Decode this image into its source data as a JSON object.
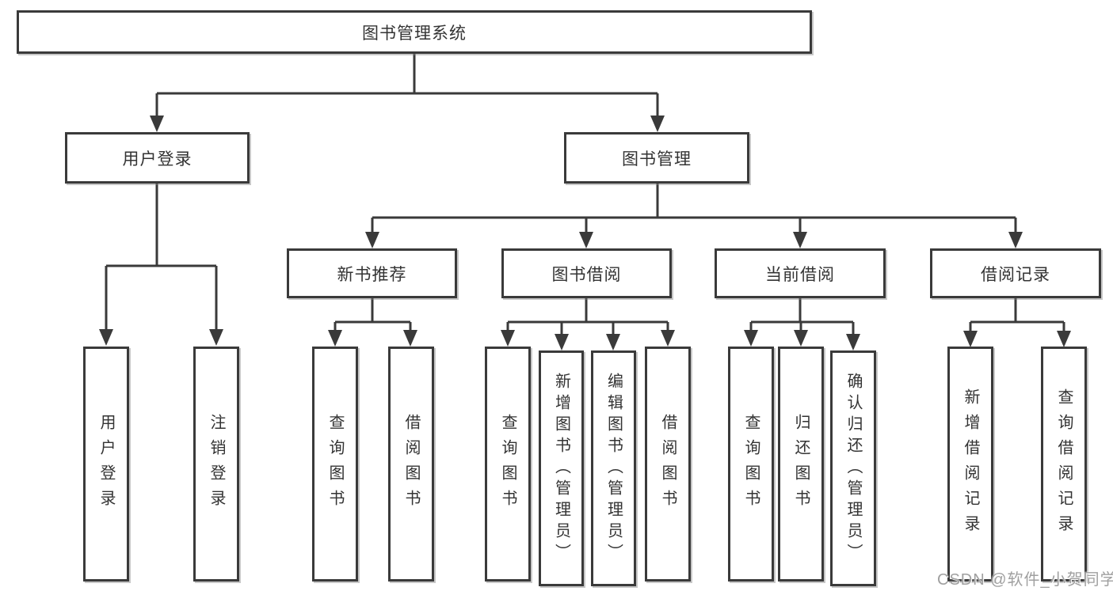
{
  "colors": {
    "background": "#ffffff",
    "line": "#3a3a3a",
    "box_border": "#3a3a3a",
    "text": "#333333",
    "watermark_text": "#a0a0a0"
  },
  "tree": {
    "root": {
      "label": "图书管理系统"
    },
    "level2": [
      {
        "label": "用户登录",
        "parent": "图书管理系统"
      },
      {
        "label": "图书管理",
        "parent": "图书管理系统"
      }
    ],
    "level3": [
      {
        "label": "新书推荐",
        "parent": "图书管理"
      },
      {
        "label": "图书借阅",
        "parent": "图书管理"
      },
      {
        "label": "当前借阅",
        "parent": "图书管理"
      },
      {
        "label": "借阅记录",
        "parent": "图书管理"
      }
    ],
    "leaves": [
      {
        "label": "用户登录",
        "parent": "用户登录"
      },
      {
        "label": "注销登录",
        "parent": "用户登录"
      },
      {
        "label": "查询图书",
        "parent": "新书推荐"
      },
      {
        "label": "借阅图书",
        "parent": "新书推荐"
      },
      {
        "label": "查询图书",
        "parent": "图书借阅"
      },
      {
        "label": "新增图书（管理员）",
        "parent": "图书借阅"
      },
      {
        "label": "编辑图书（管理员）",
        "parent": "图书借阅"
      },
      {
        "label": "借阅图书",
        "parent": "图书借阅"
      },
      {
        "label": "查询图书",
        "parent": "当前借阅"
      },
      {
        "label": "归还图书",
        "parent": "当前借阅"
      },
      {
        "label": "确认归还（管理员）",
        "parent": "当前借阅"
      },
      {
        "label": "新增借阅记录",
        "parent": "借阅记录"
      },
      {
        "label": "查询借阅记录",
        "parent": "借阅记录"
      }
    ]
  },
  "watermark": {
    "text": "CSDN @软件_小贺同学"
  }
}
